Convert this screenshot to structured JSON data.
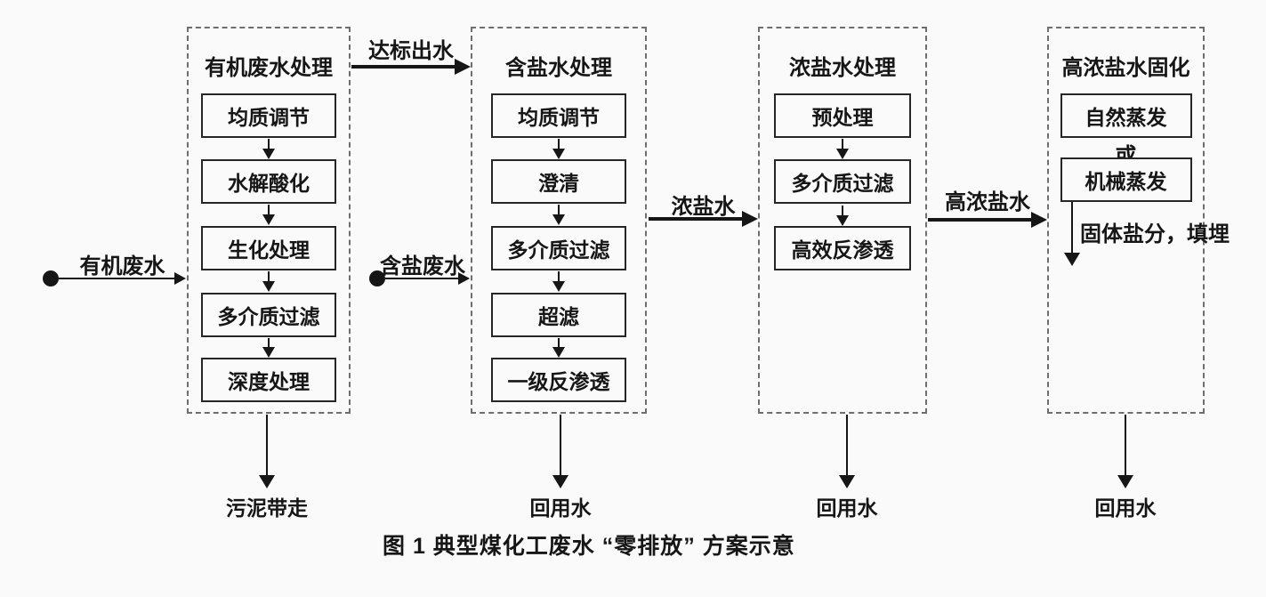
{
  "figure": {
    "caption": "图 1  典型煤化工废水 “零排放” 方案示意"
  },
  "colors": {
    "ink": "#161616",
    "box_border": "#262626",
    "dashed_border": "#6e6e6e",
    "background": "#fafafa"
  },
  "columns": [
    {
      "title": "有机废水处理",
      "boxes": [
        "均质调节",
        "水解酸化",
        "生化处理",
        "多介质过滤",
        "深度处理"
      ],
      "output_label": "污泥带走"
    },
    {
      "title": "含盐水处理",
      "boxes": [
        "均质调节",
        "澄清",
        "多介质过滤",
        "超滤",
        "一级反渗透"
      ],
      "output_label": "回用水"
    },
    {
      "title": "浓盐水处理",
      "boxes": [
        "预处理",
        "多介质过滤",
        "高效反渗透"
      ],
      "output_label": "回用水"
    },
    {
      "title": "高浓盐水固化",
      "boxes": [
        "自然蒸发",
        "机械蒸发"
      ],
      "or_label": "或",
      "solid_salt_label": "固体盐分，填埋",
      "output_label": "回用水"
    }
  ],
  "flows": {
    "organic_in": "有机废水",
    "saline_in": "含盐废水",
    "compliant_out": "达标出水",
    "concentrated_brine": "浓盐水",
    "high_concentrated_brine": "高浓盐水"
  }
}
